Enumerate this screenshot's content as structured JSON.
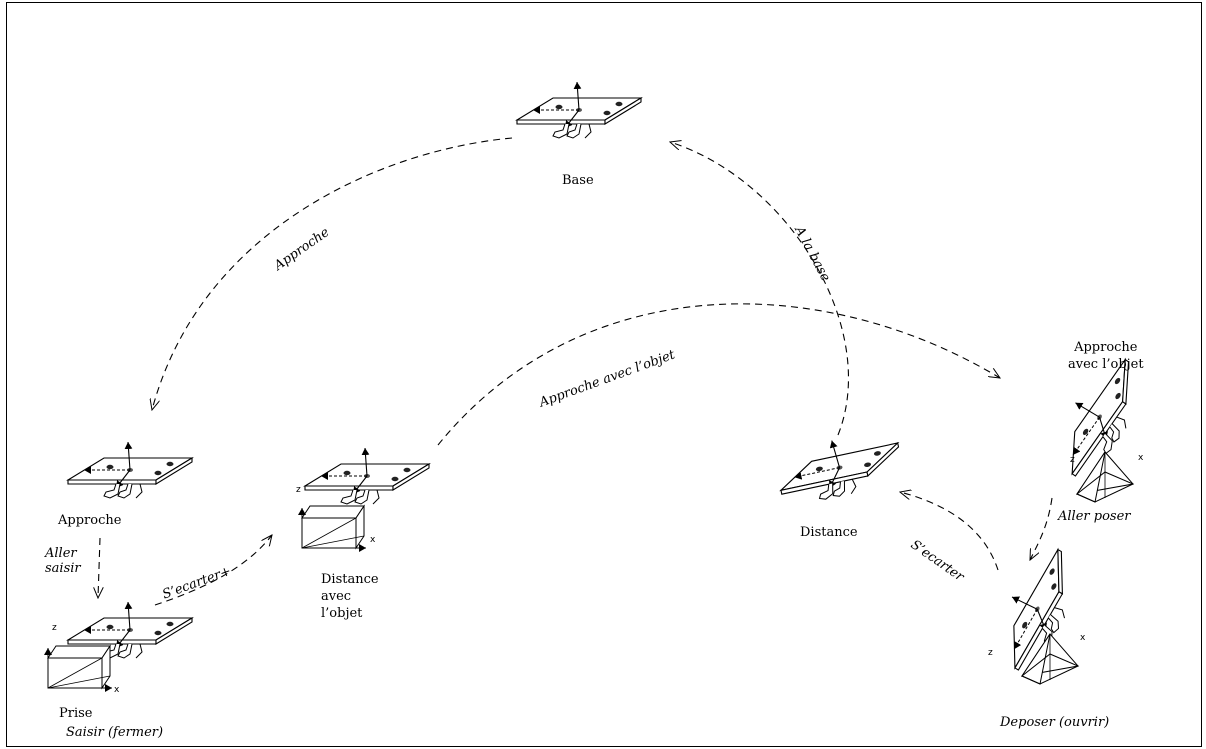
{
  "nodes": {
    "base": {
      "label": "Base"
    },
    "approche": {
      "label": "Approche"
    },
    "distance_obj": {
      "label_lines": [
        "Distance",
        "avec",
        "l’objet"
      ]
    },
    "distance": {
      "label": "Distance"
    },
    "approche_obj": {
      "label_lines": [
        "Approche",
        "avec l’objet"
      ]
    },
    "prise": {
      "label": "Prise",
      "sublabel": "Saisir (fermer)"
    },
    "deposer": {
      "sublabel": "Deposer (ouvrir)"
    }
  },
  "edges": {
    "approche": "Approche",
    "a_la_base": "A la base",
    "approche_avec_objet": "Approche avec l’objet",
    "aller_saisir": [
      "Aller",
      "saisir"
    ],
    "s_ecarter_plus": "S’ecarter+",
    "s_ecarter": "S’ecarter",
    "aller_poser": "Aller poser"
  },
  "axis_letters": {
    "z": "z",
    "x": "x"
  }
}
